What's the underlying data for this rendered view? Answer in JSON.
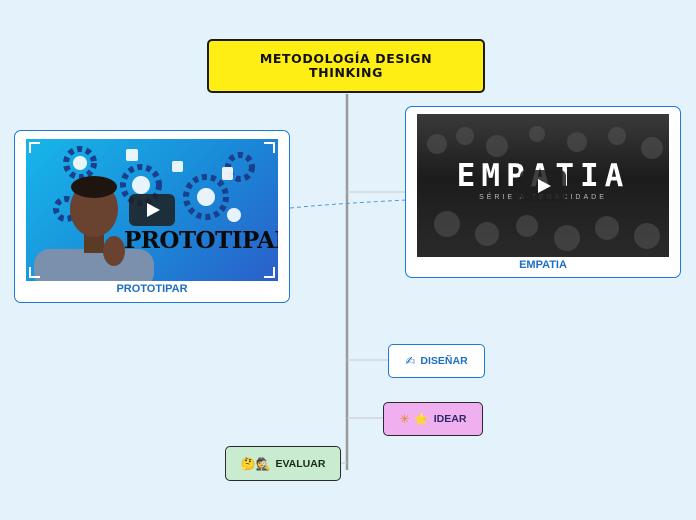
{
  "title": "METODOLOGÍA DESIGN THINKING",
  "nodes": {
    "empatia": {
      "caption": "EMPATIA",
      "video_title": "EMPATIA",
      "video_subtitle": "SÉRIE A TENACIDADE"
    },
    "prototipar": {
      "caption": "PROTOTIPAR",
      "image_text": "PROTOTIPAR"
    },
    "disenar": {
      "label": "DISEÑAR",
      "icon": "✍"
    },
    "idear": {
      "label": "IDEAR",
      "icon": "✳ ⭐"
    },
    "evaluar": {
      "label": "EVALUAR",
      "icon": "🤔🕵"
    }
  },
  "colors": {
    "title_bg": "#ffee14",
    "card_border": "#1e7ad8",
    "idear_bg": "#f0b0f0",
    "evaluar_bg": "#c9ecd1"
  }
}
